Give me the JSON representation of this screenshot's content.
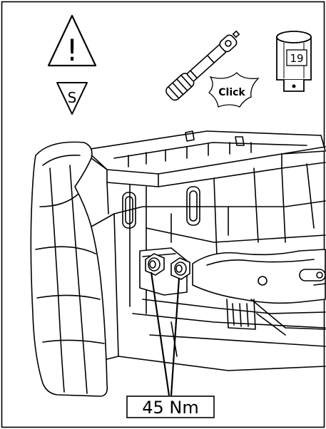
{
  "warning_icon": {
    "glyph": "!",
    "icon": "warning-triangle-icon"
  },
  "safety_icon": {
    "label": "S",
    "icon": "safety-triangle-icon"
  },
  "torque_wrench": {
    "icon": "torque-wrench-icon",
    "click_label": "Click"
  },
  "socket": {
    "icon": "socket-icon",
    "size_label": "19"
  },
  "torque_callout": {
    "value_label": "45 Nm"
  },
  "colors": {
    "line": "#000000",
    "background": "#ffffff"
  }
}
